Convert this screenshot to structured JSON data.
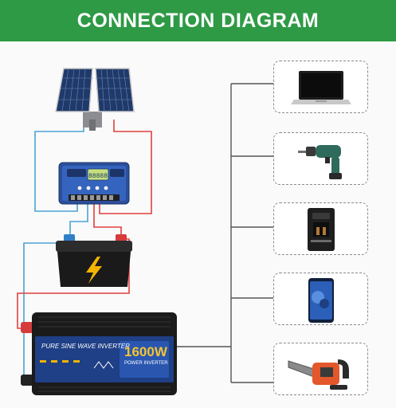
{
  "header": {
    "title": "CONNECTION DIAGRAM"
  },
  "colors": {
    "banner": "#2e9a45",
    "positive_wire": "#e0403c",
    "negative_wire": "#4aa3d6",
    "bus_line": "#555555",
    "dashed_border": "#8a8a8a"
  },
  "components": {
    "solar_panel": {
      "icon": "solar-panel-icon"
    },
    "charge_controller": {
      "icon": "charge-controller-icon",
      "screen_text": "88888"
    },
    "battery": {
      "icon": "battery-lightning-icon"
    },
    "inverter": {
      "icon": "inverter-icon",
      "title": "PURE SINE WAVE INVERTER",
      "power": "1600W",
      "subtitle": "POWER INVERTER"
    }
  },
  "loads": [
    {
      "name": "laptop",
      "icon": "laptop-icon"
    },
    {
      "name": "drill",
      "icon": "drill-icon"
    },
    {
      "name": "coffee-machine",
      "icon": "coffee-machine-icon"
    },
    {
      "name": "smartphone",
      "icon": "smartphone-icon"
    },
    {
      "name": "chainsaw",
      "icon": "chainsaw-icon"
    }
  ]
}
